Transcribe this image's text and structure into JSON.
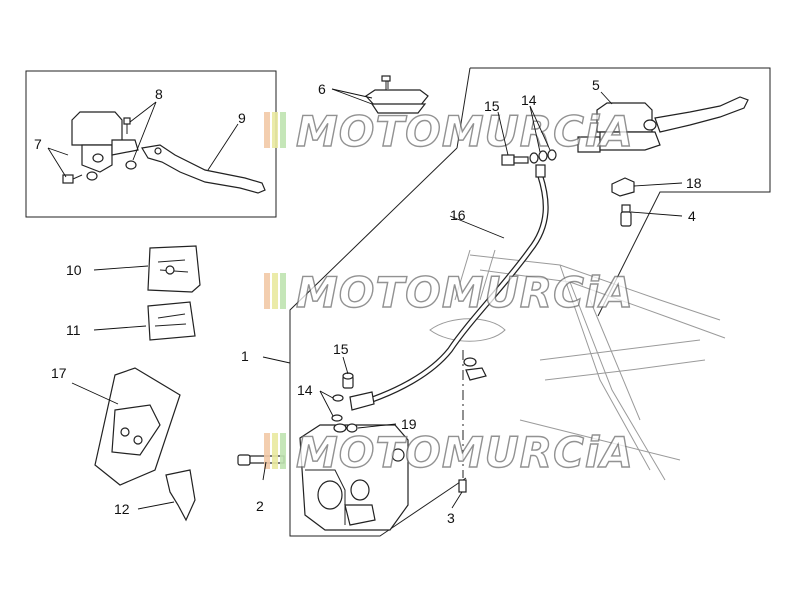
{
  "watermark": {
    "brand_text": "MOTOMURCiA",
    "stripe_colors": [
      "#f2c9a6",
      "#e9e9a0",
      "#bfe3b0"
    ]
  },
  "callouts": {
    "c1": "1",
    "c2": "2",
    "c3": "3",
    "c4": "4",
    "c5": "5",
    "c6": "6",
    "c7": "7",
    "c8": "8",
    "c9": "9",
    "c10": "10",
    "c11": "11",
    "c12": "12",
    "c14a": "14",
    "c14b": "14",
    "c15a": "15",
    "c15b": "15",
    "c16": "16",
    "c17": "17",
    "c18": "18",
    "c19": "19"
  },
  "colors": {
    "line": "#222222",
    "background": "#ffffff"
  }
}
